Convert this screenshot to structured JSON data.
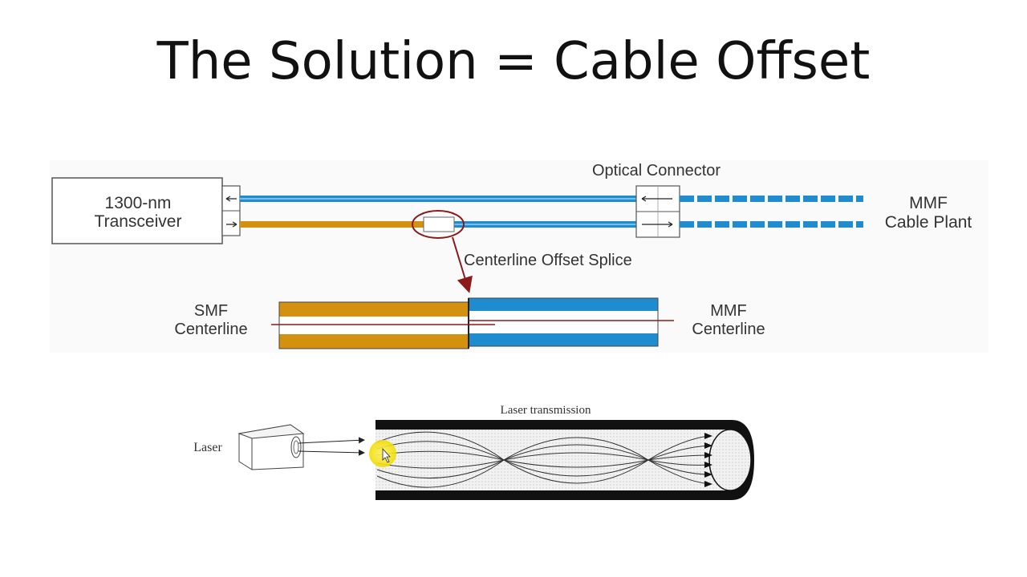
{
  "slide": {
    "title": "The Solution = Cable Offset"
  },
  "top_diagram": {
    "transceiver_line1": "1300-nm",
    "transceiver_line2": "Transceiver",
    "optical_connector": "Optical Connector",
    "mmf_line1": "MMF",
    "mmf_line2": "Cable Plant",
    "splice_label": "Centerline Offset Splice",
    "smf_line1": "SMF",
    "smf_line2": "Centerline",
    "mmf_cl_line1": "MMF",
    "mmf_cl_line2": "Centerline",
    "colors": {
      "smf": "#d4900f",
      "mmf": "#1f8ccf",
      "offset_line": "#8b1a1a"
    }
  },
  "bottom_diagram": {
    "caption": "Laser transmission",
    "laser_label": "Laser",
    "colors": {
      "cursor_highlight": "#f5e500"
    }
  }
}
